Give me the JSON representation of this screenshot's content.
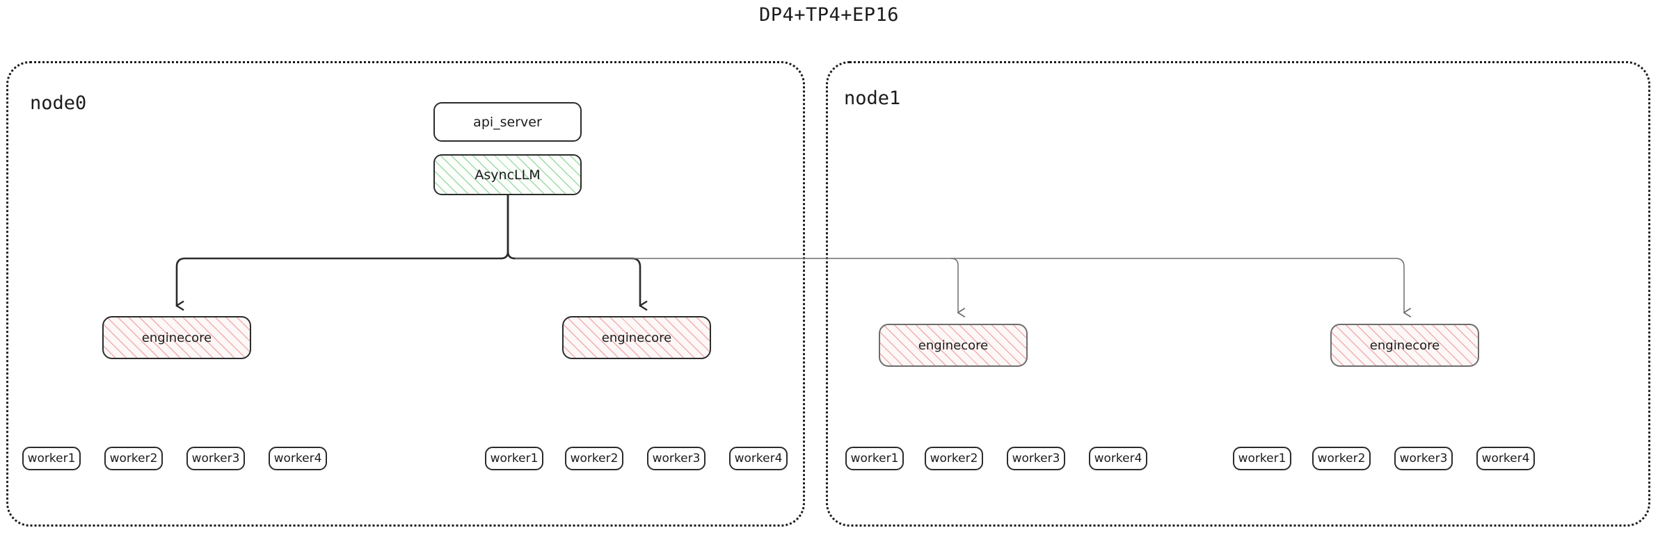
{
  "title": "DP4+TP4+EP16",
  "colors": {
    "stroke_dark": "#2b2b2b",
    "stroke_dim": "#6d6d6d",
    "hatch_green": "#82cd8c",
    "hatch_pink": "#e89292",
    "container_border": "#1b1b1b",
    "background": "#ffffff"
  },
  "nodes": [
    {
      "id": "node0",
      "label": "node0",
      "engines": [
        {
          "label": "enginecore",
          "workers": [
            "worker1",
            "worker2",
            "worker3",
            "worker4"
          ]
        },
        {
          "label": "enginecore",
          "workers": [
            "worker1",
            "worker2",
            "worker3",
            "worker4"
          ]
        }
      ]
    },
    {
      "id": "node1",
      "label": "node1",
      "engines": [
        {
          "label": "enginecore",
          "workers": [
            "worker1",
            "worker2",
            "worker3",
            "worker4"
          ]
        },
        {
          "label": "enginecore",
          "workers": [
            "worker1",
            "worker2",
            "worker3",
            "worker4"
          ]
        }
      ]
    }
  ],
  "services": {
    "api_server": "api_server",
    "async_llm": "AsyncLLM"
  }
}
